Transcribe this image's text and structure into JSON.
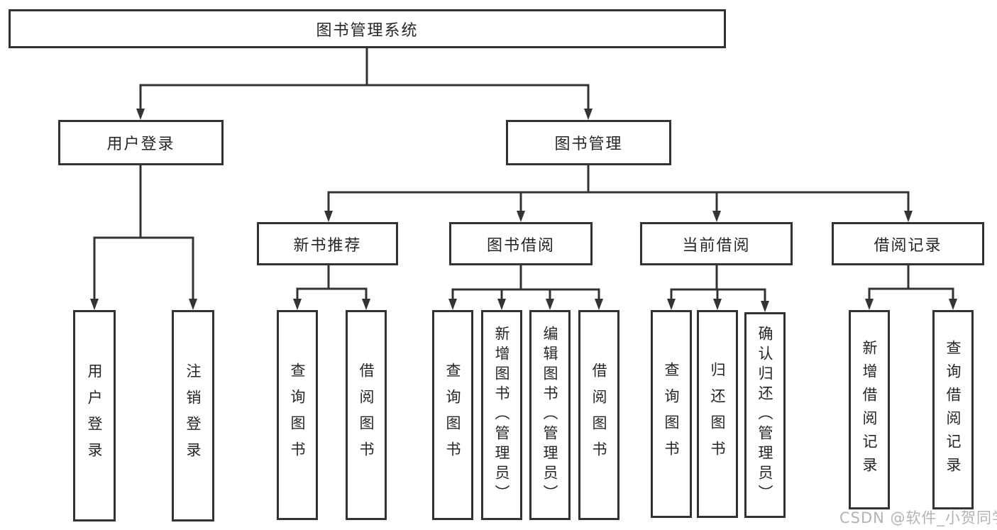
{
  "title_node": {
    "label": "图书管理系统"
  },
  "branches": {
    "user_login": {
      "label": "用户登录",
      "children": [
        {
          "label": "用户登录"
        },
        {
          "label": "注销登录"
        }
      ]
    },
    "book_mgmt": {
      "label": "图书管理",
      "sections": [
        {
          "label": "新书推荐",
          "children": [
            {
              "label": "查询图书"
            },
            {
              "label": "借阅图书"
            }
          ]
        },
        {
          "label": "图书借阅",
          "children": [
            {
              "label": "查询图书"
            },
            {
              "label": "新增图书（管理员）"
            },
            {
              "label": "编辑图书（管理员）"
            },
            {
              "label": "借阅图书"
            }
          ]
        },
        {
          "label": "当前借阅",
          "children": [
            {
              "label": "查询图书"
            },
            {
              "label": "归还图书"
            },
            {
              "label": "确认归还（管理员）"
            }
          ]
        },
        {
          "label": "借阅记录",
          "children": [
            {
              "label": "新增借阅记录"
            },
            {
              "label": "查询借阅记录"
            }
          ]
        }
      ]
    }
  },
  "watermark": {
    "text": "CSDN @软件_小贺同学"
  },
  "colors": {
    "line": "#333333",
    "text": "#262626",
    "watermark": "#b3b3b3",
    "background": "#ffffff"
  }
}
